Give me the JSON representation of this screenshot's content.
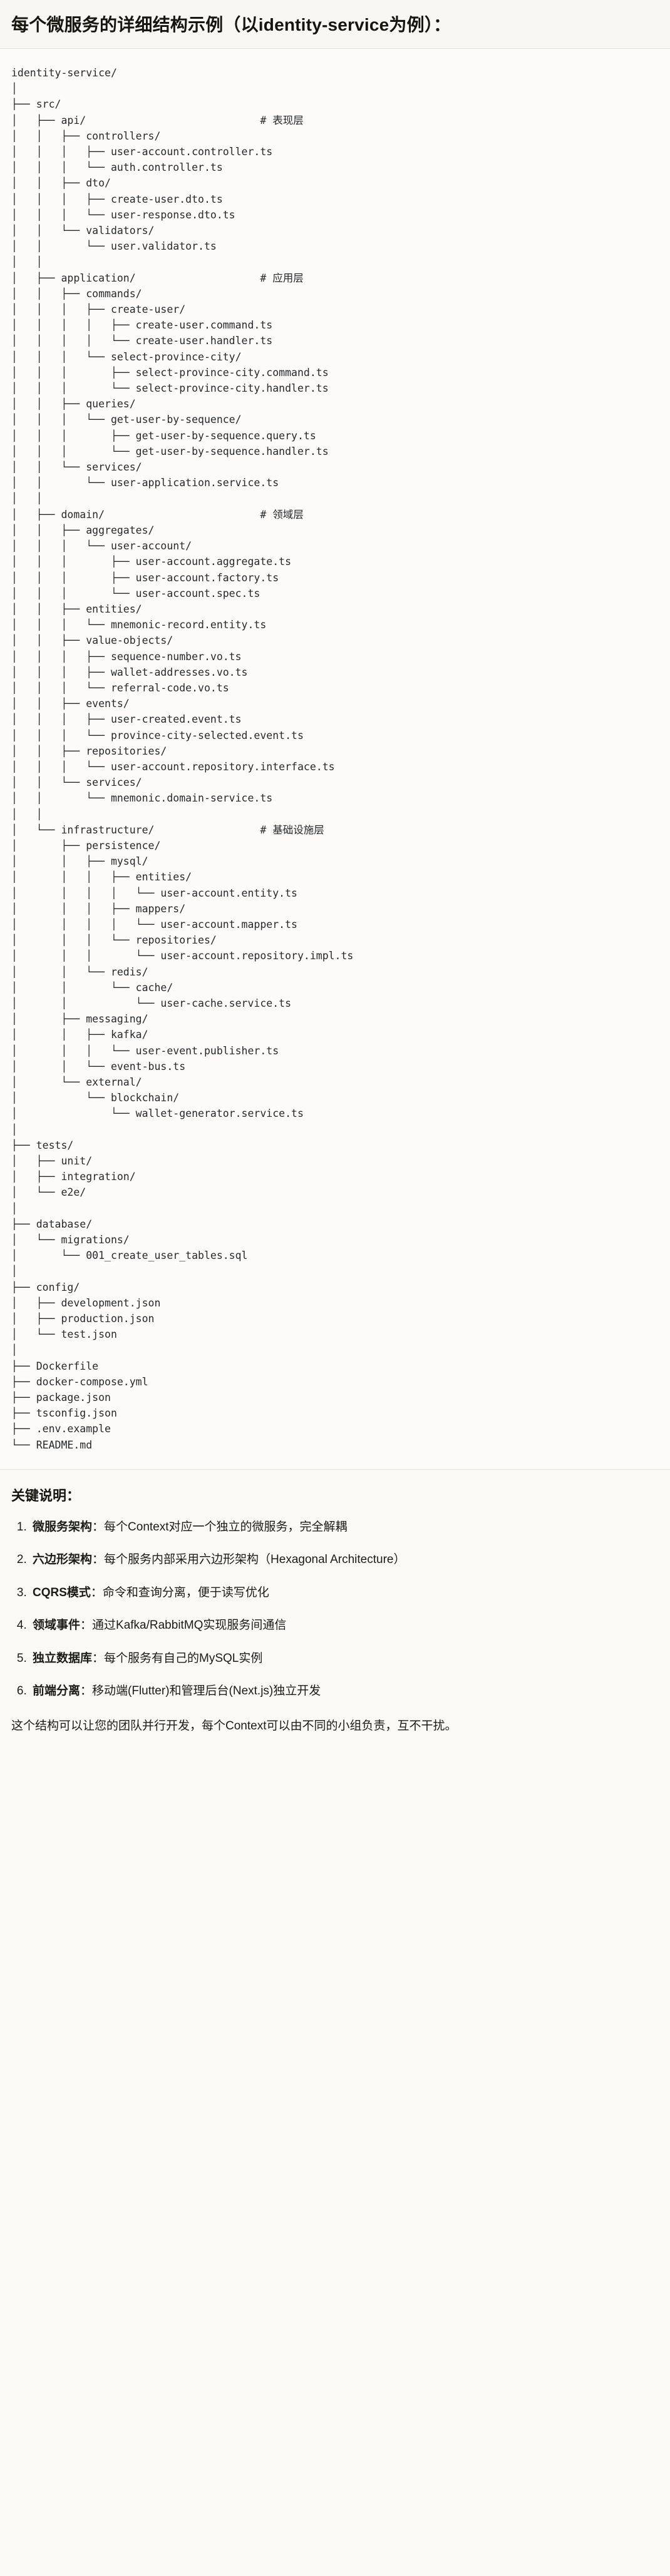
{
  "document": {
    "title": "每个微服务的详细结构示例（以identity-service为例）：",
    "root_name": "identity-service/"
  },
  "tree": {
    "root": "identity-service/",
    "comments": {
      "api": "# 表现层",
      "application": "# 应用层",
      "domain": "# 领域层",
      "infrastructure": "# 基础设施层"
    },
    "text": "identity-service/\n│\n├── src/\n│   ├── api/                            # 表现层\n│   │   ├── controllers/\n│   │   │   ├── user-account.controller.ts\n│   │   │   └── auth.controller.ts\n│   │   ├── dto/\n│   │   │   ├── create-user.dto.ts\n│   │   │   └── user-response.dto.ts\n│   │   └── validators/\n│   │       └── user.validator.ts\n│   │\n│   ├── application/                    # 应用层\n│   │   ├── commands/\n│   │   │   ├── create-user/\n│   │   │   │   ├── create-user.command.ts\n│   │   │   │   └── create-user.handler.ts\n│   │   │   └── select-province-city/\n│   │   │       ├── select-province-city.command.ts\n│   │   │       └── select-province-city.handler.ts\n│   │   ├── queries/\n│   │   │   └── get-user-by-sequence/\n│   │   │       ├── get-user-by-sequence.query.ts\n│   │   │       └── get-user-by-sequence.handler.ts\n│   │   └── services/\n│   │       └── user-application.service.ts\n│   │\n│   ├── domain/                         # 领域层\n│   │   ├── aggregates/\n│   │   │   └── user-account/\n│   │   │       ├── user-account.aggregate.ts\n│   │   │       ├── user-account.factory.ts\n│   │   │       └── user-account.spec.ts\n│   │   ├── entities/\n│   │   │   └── mnemonic-record.entity.ts\n│   │   ├── value-objects/\n│   │   │   ├── sequence-number.vo.ts\n│   │   │   ├── wallet-addresses.vo.ts\n│   │   │   └── referral-code.vo.ts\n│   │   ├── events/\n│   │   │   ├── user-created.event.ts\n│   │   │   └── province-city-selected.event.ts\n│   │   ├── repositories/\n│   │   │   └── user-account.repository.interface.ts\n│   │   └── services/\n│   │       └── mnemonic.domain-service.ts\n│   │\n│   └── infrastructure/                 # 基础设施层\n│       ├── persistence/\n│       │   ├── mysql/\n│       │   │   ├── entities/\n│       │   │   │   └── user-account.entity.ts\n│       │   │   ├── mappers/\n│       │   │   │   └── user-account.mapper.ts\n│       │   │   └── repositories/\n│       │   │       └── user-account.repository.impl.ts\n│       │   └── redis/\n│       │       └── cache/\n│       │           └── user-cache.service.ts\n│       ├── messaging/\n│       │   ├── kafka/\n│       │   │   └── user-event.publisher.ts\n│       │   └── event-bus.ts\n│       └── external/\n│           └── blockchain/\n│               └── wallet-generator.service.ts\n│\n├── tests/\n│   ├── unit/\n│   ├── integration/\n│   └── e2e/\n│\n├── database/\n│   └── migrations/\n│       └── 001_create_user_tables.sql\n│\n├── config/\n│   ├── development.json\n│   ├── production.json\n│   └── test.json\n│\n├── Dockerfile\n├── docker-compose.yml\n├── package.json\n├── tsconfig.json\n├── .env.example\n└── README.md"
  },
  "notes": {
    "heading": "关键说明：",
    "items": [
      {
        "term": "微服务架构",
        "separator": "：",
        "desc": "每个Context对应一个独立的微服务，完全解耦"
      },
      {
        "term": "六边形架构",
        "separator": "：",
        "desc": "每个服务内部采用六边形架构（Hexagonal Architecture）"
      },
      {
        "term": "CQRS模式",
        "separator": "：",
        "desc": "命令和查询分离，便于读写优化"
      },
      {
        "term": "领域事件",
        "separator": "：",
        "desc": "通过Kafka/RabbitMQ实现服务间通信"
      },
      {
        "term": "独立数据库",
        "separator": "：",
        "desc": "每个服务有自己的MySQL实例"
      },
      {
        "term": "前端分离",
        "separator": "：",
        "desc": "移动端(Flutter)和管理后台(Next.js)独立开发"
      }
    ],
    "closing": "这个结构可以让您的团队并行开发，每个Context可以由不同的小组负责，互不干扰。"
  },
  "colors": {
    "page_bg": "#faf9f6",
    "title_bg": "#f8f7f3",
    "tree_bg": "#fcfbf9",
    "text": "#1a1a1a",
    "rule": "#e2e0da"
  }
}
